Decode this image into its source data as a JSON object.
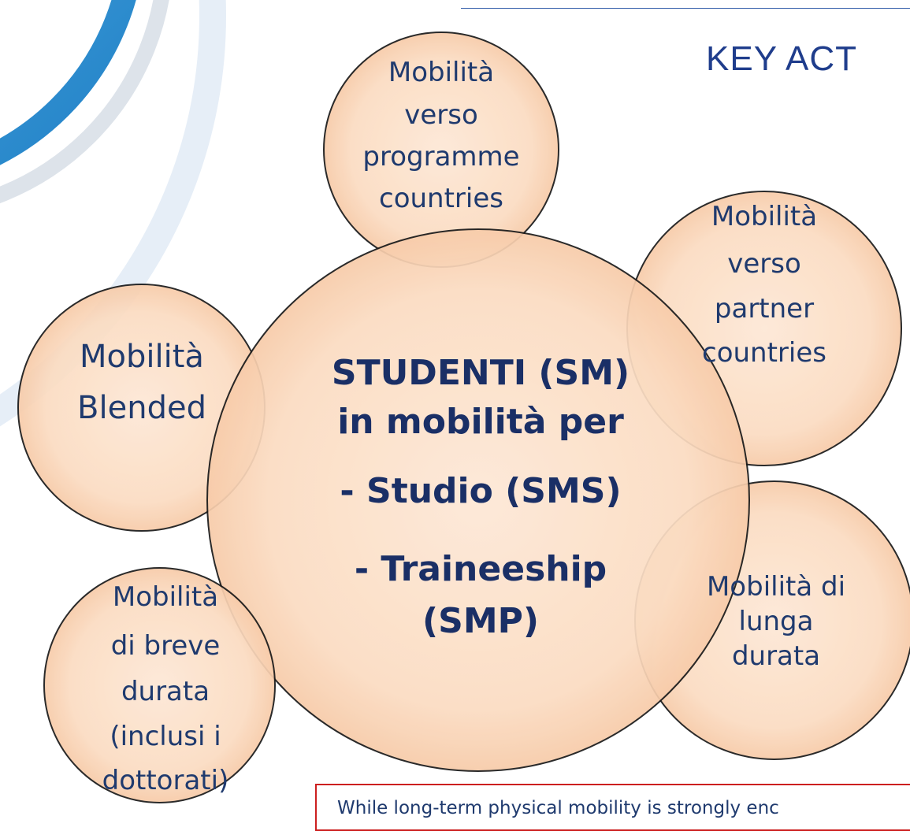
{
  "slide": {
    "title": "KEY ACT",
    "note": "While long-term physical mobility is strongly enc"
  },
  "center": {
    "line1": "STUDENTI (SM)",
    "line2": "in mobilità per",
    "line3": "- Studio (SMS)",
    "line4": "- Traineeship",
    "line5": "(SMP)"
  },
  "bubbles": {
    "top": [
      "Mobilità",
      "verso",
      "programme",
      "countries"
    ],
    "right": [
      "Mobilità",
      "verso",
      "partner",
      "countries"
    ],
    "left": [
      "Mobilità",
      "Blended"
    ],
    "bottom_left": [
      "Mobilità",
      "di breve",
      "durata",
      "(inclusi i",
      "dottorati)"
    ],
    "bottom_right": [
      "Mobilità di",
      "lunga",
      "durata"
    ]
  },
  "colors": {
    "title": "#1f3d8c",
    "text": "#1f3a6e",
    "bubble_fill": "#fbdcc2",
    "bubble_edge": "#d9874f",
    "note_border": "#cc1f1f",
    "deco_blue": "#2a9fd9"
  }
}
